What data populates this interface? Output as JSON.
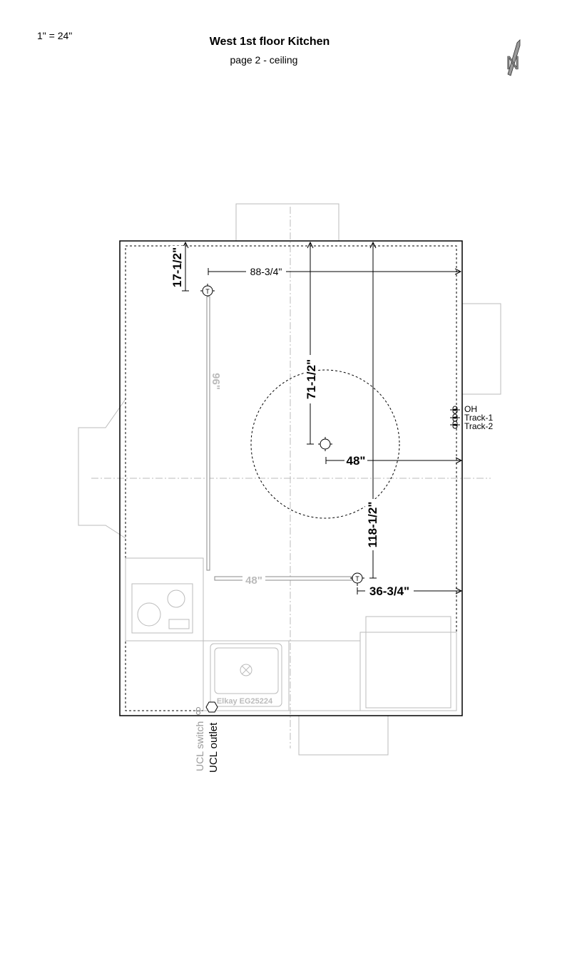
{
  "header": {
    "scale": "1\" = 24\"",
    "title": "West 1st floor Kitchen",
    "subtitle": "page 2 - ceiling",
    "north_label": "N"
  },
  "dimensions": {
    "top_offset": "17-1/2\"",
    "track_to_east_wall": "88-3/4\"",
    "light_from_north": "71-1/2\"",
    "light_to_east_wall": "48\"",
    "track_end_from_north": "118-1/2\"",
    "track_end_to_east_wall": "36-3/4\""
  },
  "tracks": {
    "vertical_length": "96\"",
    "horizontal_length": "48\""
  },
  "switches": [
    "OH",
    "Track-1",
    "Track-2"
  ],
  "fixtures": {
    "sink_label": "Elkay EG25224",
    "ucl_switch": "UCL switch",
    "ucl_outlet": "UCL outlet",
    "track_head_symbol": "T"
  },
  "colors": {
    "line": "#000000",
    "fixture_gray": "#bbbbbb"
  }
}
